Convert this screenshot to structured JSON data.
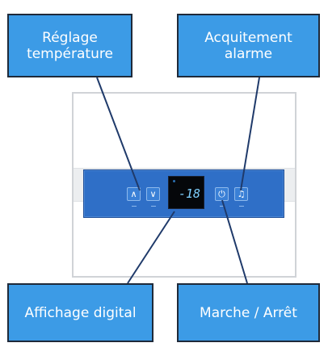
{
  "callouts": {
    "temperature_line1": "Réglage",
    "temperature_line2": "température",
    "alarm_line1": "Acquitement",
    "alarm_line2": "alarme",
    "display": "Affichage digital",
    "on_off": "Marche / Arrêt"
  },
  "panel": {
    "display_value": "-18",
    "buttons": [
      "chevron-up-icon",
      "chevron-down-icon",
      "power-icon",
      "bell-icon"
    ]
  },
  "colors": {
    "callout_fill": "#3c9be6",
    "panel_blue": "#2f6fc7",
    "leader_line": "#1f3a6a"
  }
}
